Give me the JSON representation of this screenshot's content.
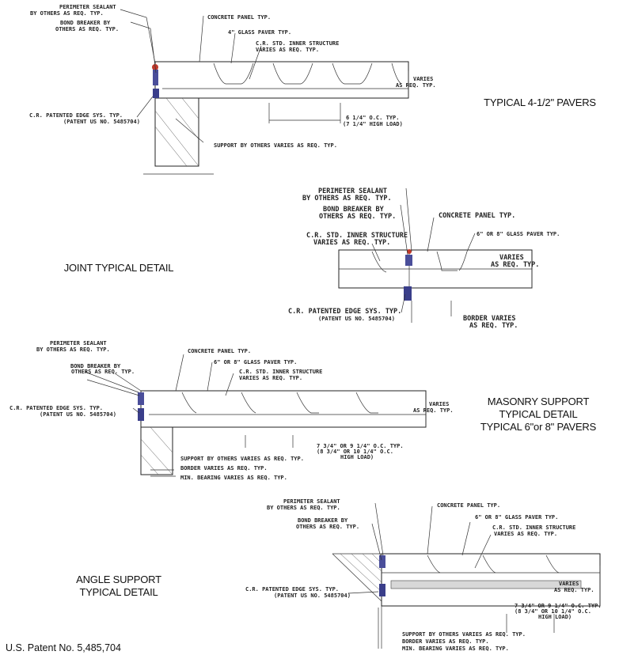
{
  "captions": {
    "typical_pavers": "TYPICAL 4-1/2\" PAVERS",
    "joint_detail": "JOINT TYPICAL DETAIL",
    "masonry_1": "MASONRY SUPPORT",
    "masonry_2": "TYPICAL DETAIL",
    "masonry_3": "TYPICAL 6\"or 8\" PAVERS",
    "angle_1": "ANGLE SUPPORT",
    "angle_2": "TYPICAL DETAIL",
    "patent": "U.S. Patent No. 5,485,704"
  },
  "detail1": {
    "perimeter": "PERIMETER SEALANT",
    "perimeter2": "BY OTHERS AS REQ. TYP.",
    "concrete": "CONCRETE PANEL TYP.",
    "glass": "4\" GLASS PAVER TYP.",
    "bond": "BOND BREAKER BY",
    "bond2": "OTHERS AS REQ. TYP.",
    "inner": "C.R. STD. INNER STRUCTURE",
    "inner2": "VARIES AS REQ. TYP.",
    "varies": "VARIES",
    "varies2": "AS REQ. TYP.",
    "edge": "C.R. PATENTED EDGE SYS. TYP.",
    "edge2": "(PATENT US NO. 5485704)",
    "spacing": "6 1/4\" O.C. TYP.",
    "spacing2": "(7 1/4\" HIGH LOAD)",
    "support": "SUPPORT BY OTHERS VARIES AS REQ. TYP."
  },
  "detail2": {
    "perimeter": "PERIMETER SEALANT",
    "perimeter2": "BY OTHERS AS REQ. TYP.",
    "bond": "BOND BREAKER BY",
    "bond2": "OTHERS AS REQ. TYP.",
    "concrete": "CONCRETE PANEL TYP.",
    "inner": "C.R. STD. INNER STRUCTURE",
    "inner2": "VARIES AS REQ. TYP.",
    "glass": "6\" OR 8\" GLASS PAVER TYP.",
    "varies": "VARIES",
    "varies2": "AS REQ. TYP.",
    "edge": "C.R. PATENTED EDGE SYS. TYP.",
    "edge2": "(PATENT US NO. 5485704)",
    "border": "BORDER VARIES",
    "border2": "AS REQ. TYP."
  },
  "detail3": {
    "perimeter": "PERIMETER SEALANT",
    "perimeter2": "BY OTHERS AS REQ. TYP.",
    "concrete": "CONCRETE PANEL TYP.",
    "glass": "6\" OR 8\" GLASS PAVER TYP.",
    "bond": "BOND BREAKER BY",
    "bond2": "OTHERS AS REQ. TYP.",
    "inner": "C.R. STD. INNER STRUCTURE",
    "inner2": "VARIES AS REQ. TYP.",
    "varies": "VARIES",
    "varies2": "AS REQ. TYP.",
    "edge": "C.R. PATENTED EDGE SYS. TYP.",
    "edge2": "(PATENT US NO. 5485704)",
    "spacing": "7 3/4\" OR 9 1/4\" O.C. TYP.",
    "spacing2": "(8 3/4\" OR 10 1/4\" O.C.",
    "spacing3": "HIGH LOAD)",
    "support": "SUPPORT BY OTHERS VARIES AS REQ. TYP.",
    "border": "BORDER VARIES AS REQ. TYP.",
    "bearing": "MIN. BEARING VARIES AS REQ. TYP."
  },
  "detail4": {
    "perimeter": "PERIMETER SEALANT",
    "perimeter2": "BY OTHERS AS REQ. TYP.",
    "concrete": "CONCRETE PANEL TYP.",
    "glass": "6\" OR 8\" GLASS PAVER TYP.",
    "bond": "BOND BREAKER BY",
    "bond2": "OTHERS AS REQ. TYP.",
    "inner": "C.R. STD. INNER STRUCTURE",
    "inner2": "VARIES AS REQ. TYP.",
    "varies": "VARIES",
    "varies2": "AS REQ. TYP.",
    "edge": "C.R. PATENTED EDGE SYS. TYP.",
    "edge2": "(PATENT US NO. 5485704)",
    "spacing": "7 3/4\" OR 9 1/4\" O.C. TYP.",
    "spacing2": "(8 3/4\" OR 10 1/4\" O.C.",
    "spacing3": "HIGH LOAD)",
    "support": "SUPPORT BY OTHERS VARIES AS REQ. TYP.",
    "border": "BORDER VARIES AS REQ. TYP.",
    "bearing": "MIN. BEARING VARIES AS REQ. TYP."
  },
  "colors": {
    "line": "#222222",
    "seal_blue": "#4a4e9a",
    "seal_red": "#c0392b"
  }
}
